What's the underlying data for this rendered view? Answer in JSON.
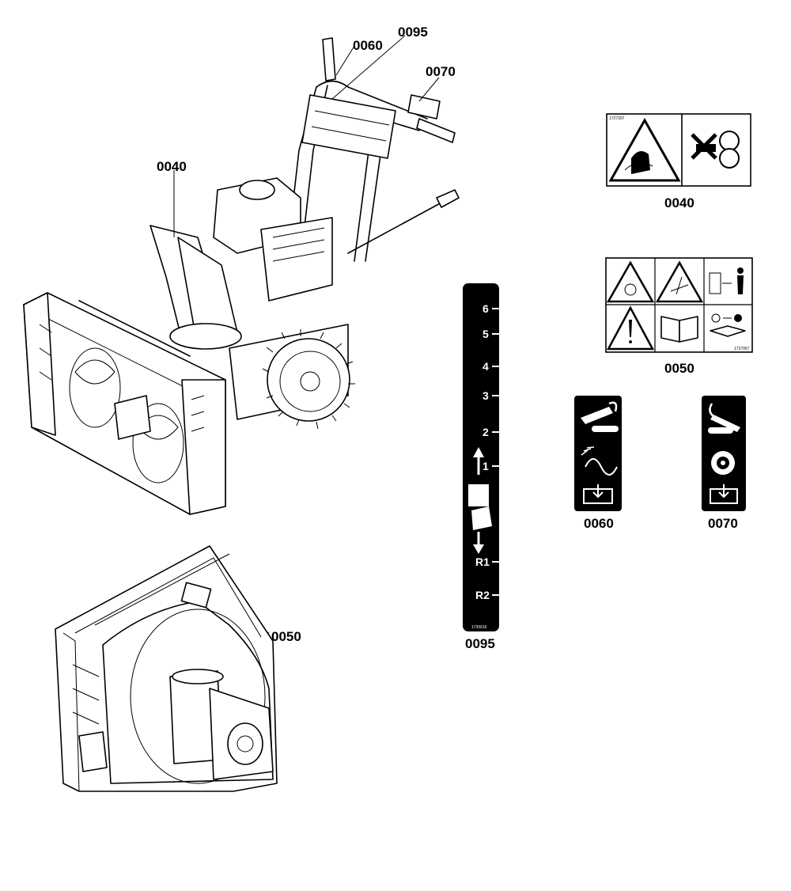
{
  "callouts": {
    "c0060": "0060",
    "c0095": "0095",
    "c0070": "0070",
    "c0040": "0040",
    "c0050_machine": "0050"
  },
  "decals": {
    "d0040": {
      "label": "0040",
      "part_number": "1727207"
    },
    "d0050": {
      "label": "0050",
      "part_number": "1737067"
    },
    "d0095": {
      "label": "0095",
      "part_number": "1735616",
      "gears": [
        "6",
        "5",
        "4",
        "3",
        "2",
        "1",
        "R1",
        "R2"
      ]
    },
    "d0060": {
      "label": "0060"
    },
    "d0070": {
      "label": "0070"
    }
  },
  "icons": [
    "snowblower-machine-icon",
    "auger-housing-icon",
    "warning-triangle-icon",
    "no-hands-icon",
    "manual-book-icon",
    "key-removal-icon",
    "tire-icon",
    "arrow-up-icon",
    "arrow-down-icon"
  ]
}
